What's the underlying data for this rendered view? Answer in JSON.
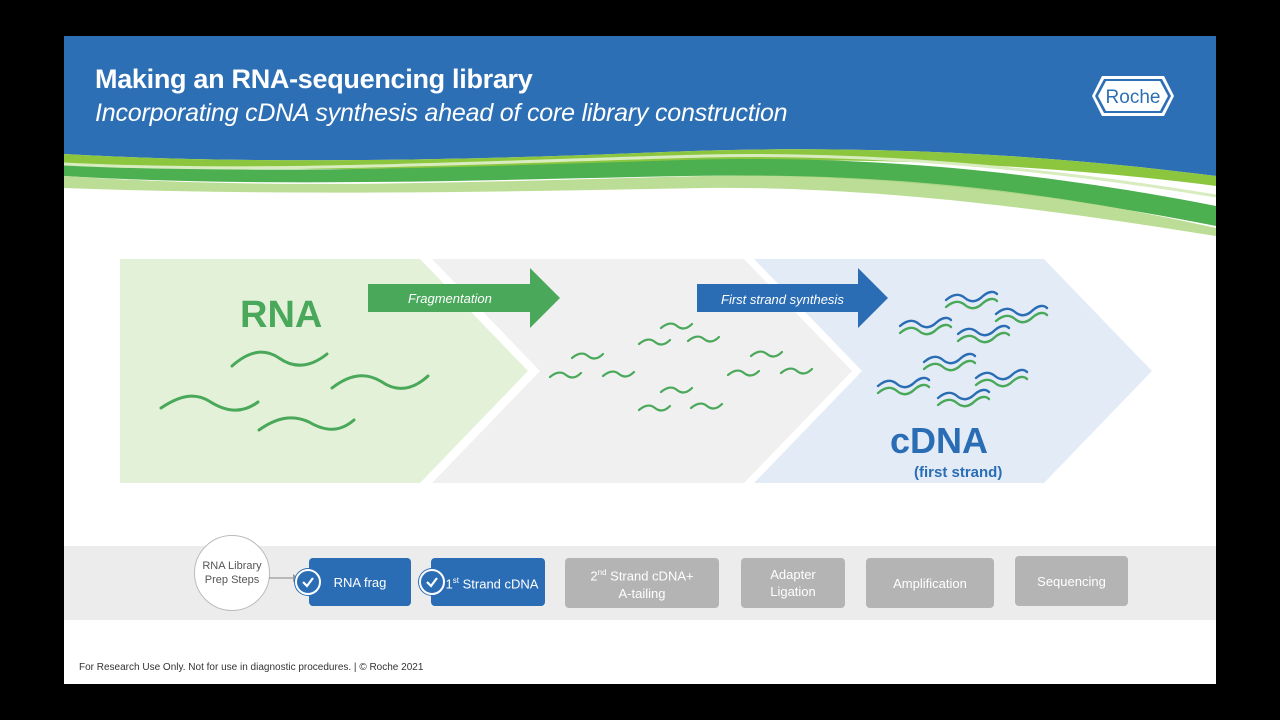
{
  "header": {
    "title": "Making an RNA-sequencing library",
    "subtitle": "Incorporating cDNA synthesis ahead of core library construction",
    "logo_text": "Roche"
  },
  "diagram": {
    "rna_label": "RNA",
    "fragmentation_label": "Fragmentation",
    "first_strand_label": "First strand synthesis",
    "cdna_label": "cDNA",
    "cdna_note": "(first strand)"
  },
  "steps": {
    "intro_label": "RNA Library\nPrep Steps",
    "items": [
      {
        "label": "RNA frag",
        "completed": true
      },
      {
        "prefix": "1",
        "sup": "st",
        "label": "Strand cDNA",
        "completed": true
      },
      {
        "prefix": "2",
        "sup": "nd",
        "label": " Strand cDNA+",
        "line2": "A-tailing",
        "completed": false
      },
      {
        "label": "Adapter",
        "line2": "Ligation",
        "completed": false
      },
      {
        "label": "Amplification",
        "completed": false
      },
      {
        "label": "Sequencing",
        "completed": false
      }
    ]
  },
  "footer": {
    "text": "For Research Use Only. Not for use in diagnostic procedures. | © Roche 2021"
  },
  "colors": {
    "brand_blue": "#2d6fb4",
    "green": "#4aa85a",
    "step_done": "#2a6db5",
    "step_todo": "#b4b4b4"
  }
}
